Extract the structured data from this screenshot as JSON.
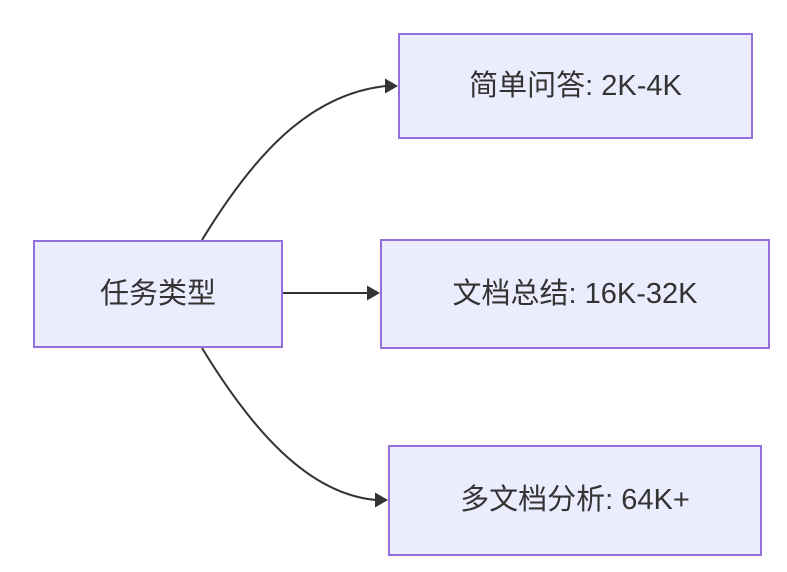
{
  "diagram": {
    "type": "flowchart-lr",
    "root": {
      "label": "任务类型"
    },
    "nodes": [
      {
        "id": "simple-qa",
        "label": "简单问答: 2K-4K"
      },
      {
        "id": "doc-summary",
        "label": "文档总结: 16K-32K"
      },
      {
        "id": "multi-doc",
        "label": "多文档分析: 64K+"
      }
    ],
    "edges": [
      {
        "from": "任务类型",
        "to": "简单问答: 2K-4K"
      },
      {
        "from": "任务类型",
        "to": "文档总结: 16K-32K"
      },
      {
        "from": "任务类型",
        "to": "多文档分析: 64K+"
      }
    ],
    "colors": {
      "node_fill": "#ECECFF",
      "node_border": "#9370DB",
      "edge": "#333333",
      "text": "#333333",
      "background": "#ffffff"
    }
  }
}
